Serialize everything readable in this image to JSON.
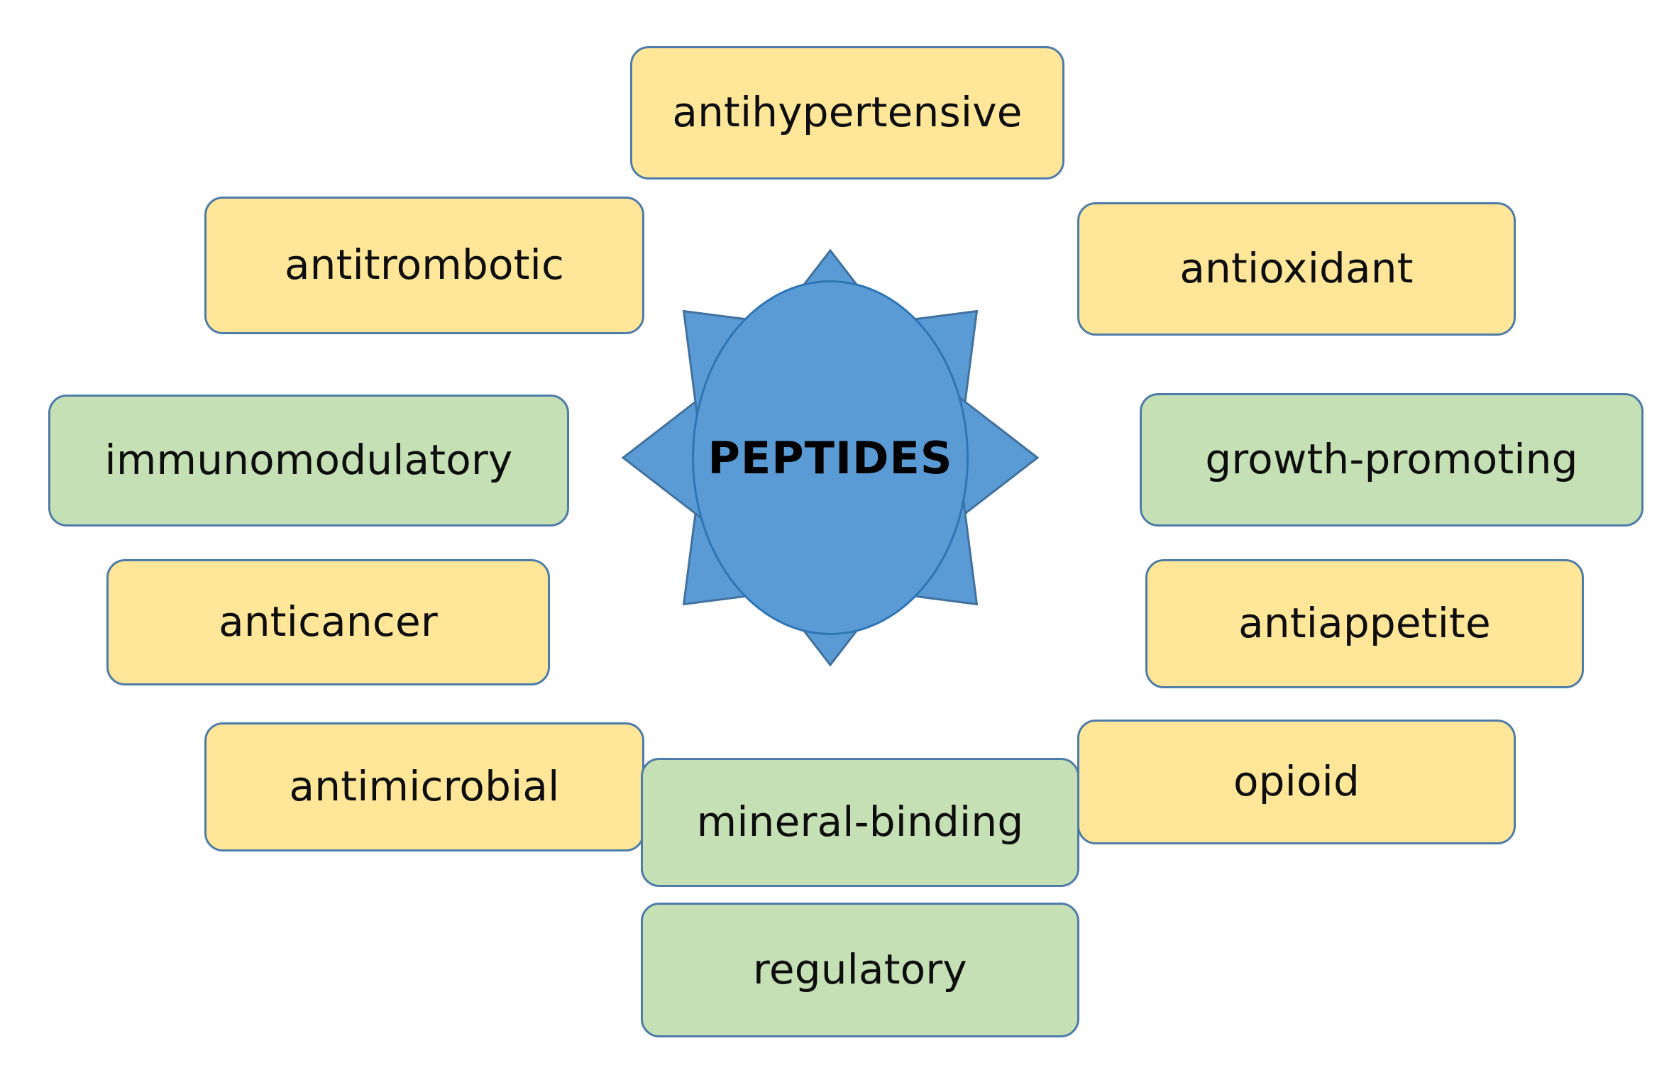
{
  "diagram": {
    "title_text": "PEPTIDES",
    "center": {
      "label": "PEPTIDES",
      "fill_color": "#5B9BD5",
      "border_color": "#2E75B6"
    },
    "colors": {
      "yellow_fill": "#FFE699",
      "green_fill": "#C5E0B4",
      "node_border": "#4E7CA8",
      "arrow_fill": "#5B9BD5",
      "arrow_border": "#41719C",
      "background": "#FFFFFF",
      "text": "#0D0D0D"
    },
    "nodes": [
      {
        "id": "antihypertensive",
        "label": "antihypertensive",
        "color": "yellow"
      },
      {
        "id": "antitrombotic",
        "label": "antitrombotic",
        "color": "yellow"
      },
      {
        "id": "antioxidant",
        "label": "antioxidant",
        "color": "yellow"
      },
      {
        "id": "immunomodulatory",
        "label": "immunomodulatory",
        "color": "green"
      },
      {
        "id": "growth-promoting",
        "label": "growth-promoting",
        "color": "green"
      },
      {
        "id": "anticancer",
        "label": "anticancer",
        "color": "yellow"
      },
      {
        "id": "antiappetite",
        "label": "antiappetite",
        "color": "yellow"
      },
      {
        "id": "antimicrobial",
        "label": "antimicrobial",
        "color": "yellow"
      },
      {
        "id": "opioid",
        "label": "opioid",
        "color": "yellow"
      },
      {
        "id": "mineral-binding",
        "label": "mineral-binding",
        "color": "green"
      },
      {
        "id": "regulatory",
        "label": "regulatory",
        "color": "green"
      }
    ],
    "arrow_directions": [
      "up",
      "up-right",
      "right",
      "down-right",
      "down",
      "down-left",
      "left",
      "up-left"
    ]
  }
}
